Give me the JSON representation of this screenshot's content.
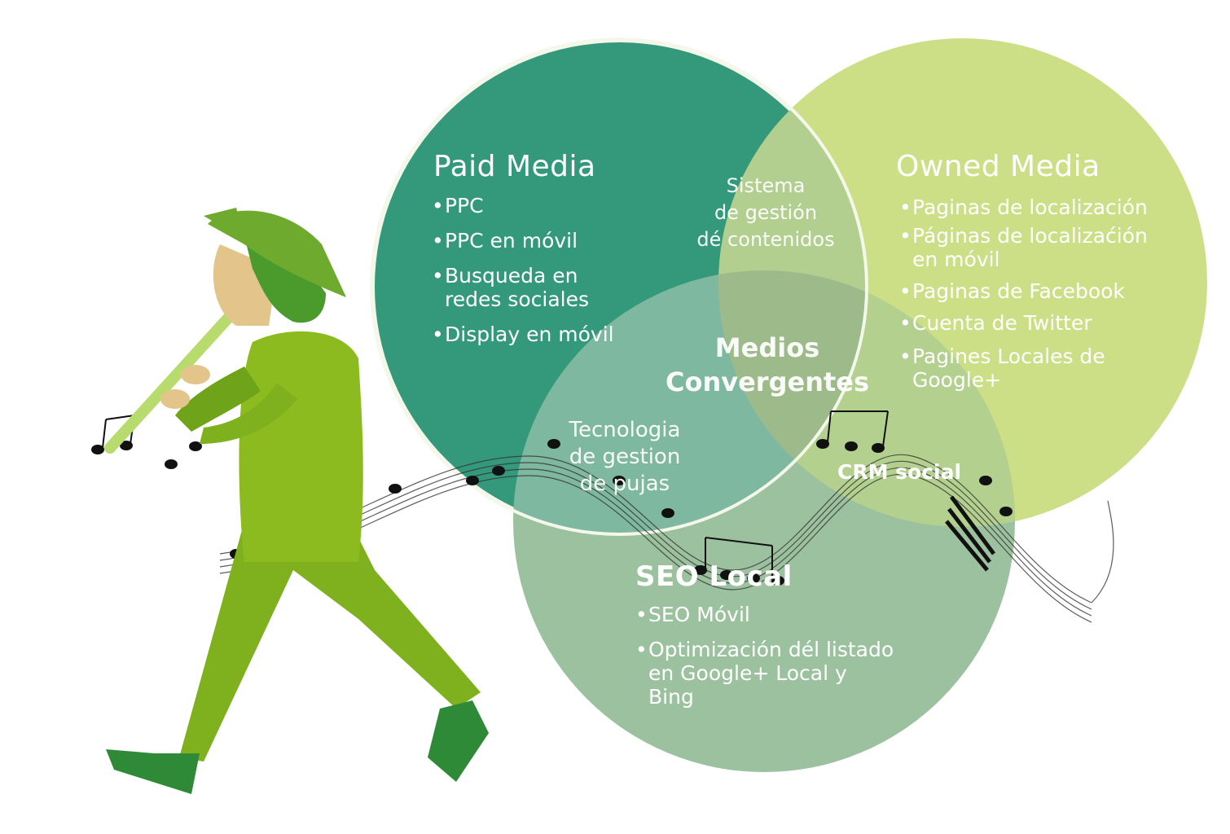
{
  "colors": {
    "paid": "#34997a",
    "owned": "#cddf86",
    "seo": "#9cc19e"
  },
  "paid": {
    "title": "Paid Media",
    "items": [
      "PPC",
      "PPC en móvil",
      "Busqueda en",
      "redes sociales",
      "Display en móvil"
    ]
  },
  "owned": {
    "title": "Owned Media",
    "items": [
      "Paginas de localización",
      "Páginas de localizaćión",
      "en móvil",
      "Paginas de Facebook",
      "Cuenta de Twitter",
      "Pagines Locales de",
      "Google+"
    ]
  },
  "seo": {
    "title": "SEO Local",
    "items": [
      "SEO Móvil",
      "Optimización dél listado",
      "en Google+ Local y",
      "Bing"
    ]
  },
  "intersections": {
    "paid_owned": [
      "Sistema",
      "de gestión",
      "dé contenidos"
    ],
    "center": [
      "Medios",
      "Convergentes"
    ],
    "paid_seo": [
      "Tecnologia",
      "de gestion",
      "de pujas"
    ],
    "owned_seo": "CRM social"
  }
}
